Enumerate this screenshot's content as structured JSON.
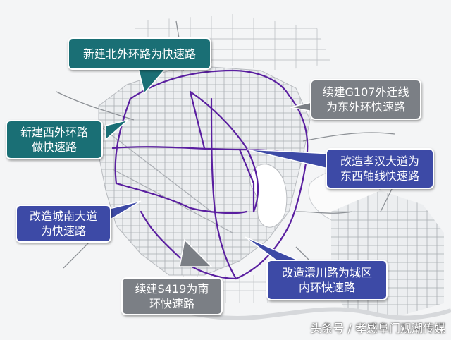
{
  "colors": {
    "teal": "#1a6f75",
    "navy": "#3d4aa6",
    "gray": "#7b7f85",
    "expressway": "#5a1fa0",
    "callout_border": "#ffffff"
  },
  "callouts": {
    "north_outer_ring": {
      "lines": [
        "新建北外环路为快速路"
      ]
    },
    "g107_east_ring": {
      "lines": [
        "续建G107外迁线",
        "为东外环快速路"
      ]
    },
    "west_outer_ring": {
      "lines": [
        "新建西外环路",
        "做快速路"
      ]
    },
    "xiaohan_avenue": {
      "lines": [
        "改造孝汉大道为",
        "东西轴线快速路"
      ]
    },
    "chengnan_avenue": {
      "lines": [
        "改造城南大道",
        "为快速路"
      ]
    },
    "s419_south_ring": {
      "lines": [
        "续建S419为南",
        "环快速路"
      ]
    },
    "huanchuan_road": {
      "lines": [
        "改造澴川路为城区",
        "内环快速路"
      ]
    }
  },
  "watermark": "头条号 / 孝感阜门观潮传媒"
}
